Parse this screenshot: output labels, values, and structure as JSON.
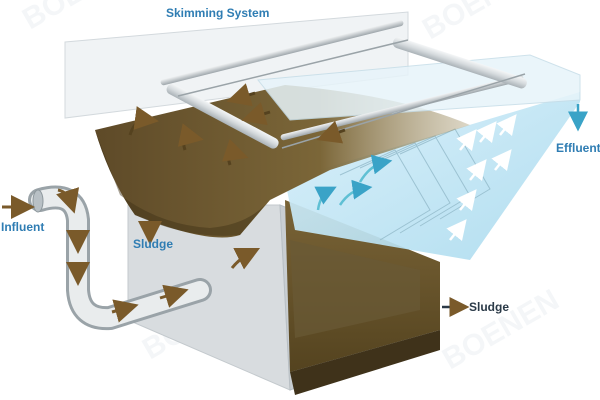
{
  "labels": {
    "title": "Skimming System",
    "effluent": "Effluent",
    "influent": "Influent",
    "sludge_upper": "Sludge",
    "sludge_lower": "Sludge"
  },
  "watermark": {
    "brand": "BOENEN"
  },
  "colors": {
    "label_blue": "#2f7db3",
    "label_dark": "#2b3a48",
    "flow_arrow": "#7a5a2a",
    "clean_arrow": "#ffffff",
    "effluent_arrow": "#3aa3c7",
    "sludge_brown": "#5b4a2c",
    "water_blue": "#bfe3f2"
  },
  "icons": {
    "influent_arrow": "arrow-right-icon",
    "effluent_arrow": "arrow-down-icon",
    "sludge_arrow": "arrow-right-icon"
  }
}
